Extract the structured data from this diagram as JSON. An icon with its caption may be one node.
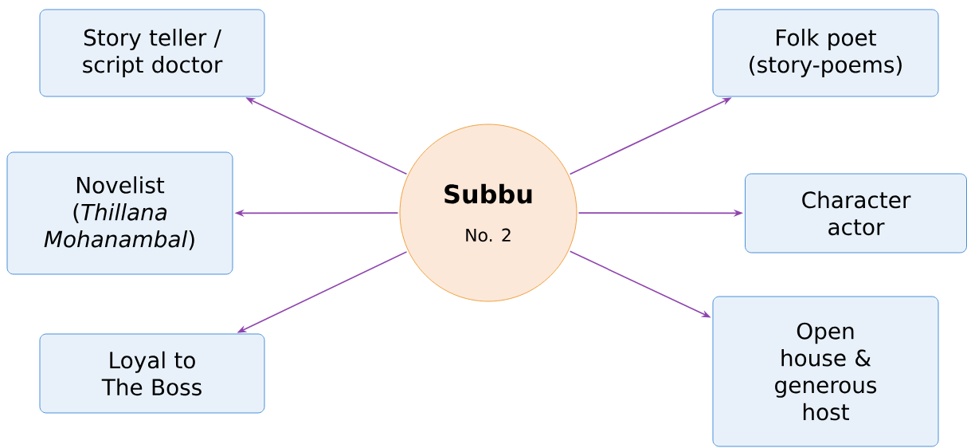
{
  "diagram": {
    "nodes": [
      {
        "text": [
          "Subbu",
          "No. 2"
        ]
      },
      {
        "text": [
          "Story teller / script doctor"
        ]
      },
      {
        "text": [
          "Folk poet (story-poems)"
        ]
      },
      {
        "text": [
          "Novelist (*Thillana Mohanambal*)"
        ]
      },
      {
        "text": [
          "Character actor"
        ]
      },
      {
        "text": [
          "Loyal to The Boss"
        ]
      },
      {
        "text": [
          "Open house & generous host"
        ]
      }
    ],
    "edges": [
      {
        "from": 0,
        "to": 1,
        "arrow": "to"
      },
      {
        "from": 0,
        "to": 2,
        "arrow": "to"
      },
      {
        "from": 0,
        "to": 3,
        "arrow": "to"
      },
      {
        "from": 0,
        "to": 4,
        "arrow": "to"
      },
      {
        "from": 0,
        "to": 5,
        "arrow": "to"
      },
      {
        "from": 0,
        "to": 6,
        "arrow": "to"
      }
    ]
  }
}
